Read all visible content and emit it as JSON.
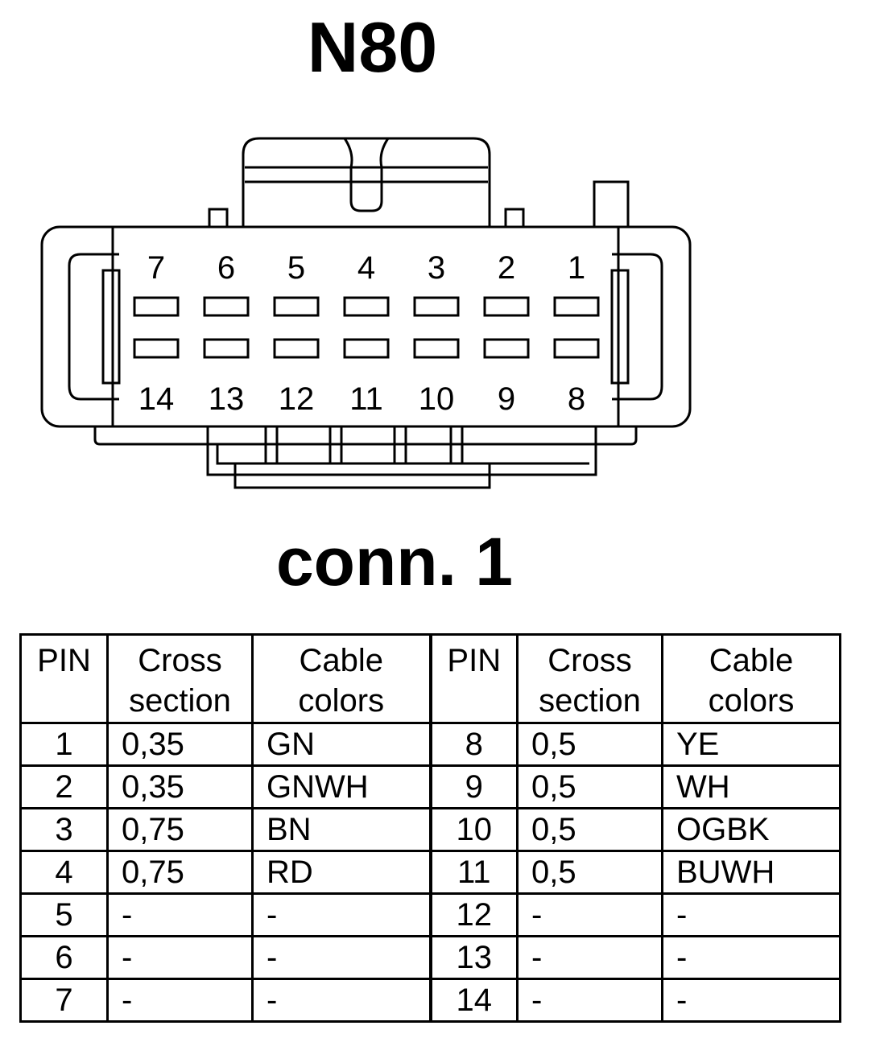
{
  "title": "N80",
  "connector_label": "conn. 1",
  "connector": {
    "top_pins": [
      "7",
      "6",
      "5",
      "4",
      "3",
      "2",
      "1"
    ],
    "bottom_pins": [
      "14",
      "13",
      "12",
      "11",
      "10",
      "9",
      "8"
    ]
  },
  "table": {
    "headers": [
      {
        "line1": "PIN",
        "line2": ""
      },
      {
        "line1": "Cross",
        "line2": "section"
      },
      {
        "line1": "Cable",
        "line2": "colors"
      },
      {
        "line1": "PIN",
        "line2": ""
      },
      {
        "line1": "Cross",
        "line2": "section"
      },
      {
        "line1": "Cable",
        "line2": "colors"
      }
    ],
    "rows": [
      [
        "1",
        "0,35",
        "GN",
        "8",
        "0,5",
        "YE"
      ],
      [
        "2",
        "0,35",
        "GNWH",
        "9",
        "0,5",
        "WH"
      ],
      [
        "3",
        "0,75",
        "BN",
        "10",
        "0,5",
        "OGBK"
      ],
      [
        "4",
        "0,75",
        "RD",
        "11",
        "0,5",
        "BUWH"
      ],
      [
        "5",
        "-",
        "-",
        "12",
        "-",
        "-"
      ],
      [
        "6",
        "-",
        "-",
        "13",
        "-",
        "-"
      ],
      [
        "7",
        "-",
        "-",
        "14",
        "-",
        "-"
      ]
    ]
  }
}
